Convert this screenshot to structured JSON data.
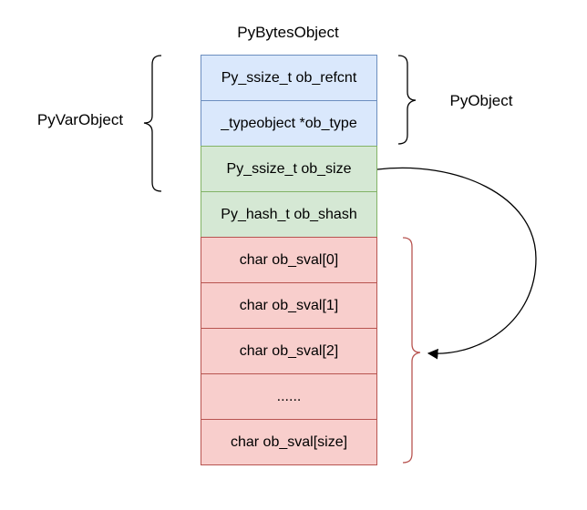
{
  "title": "PyBytesObject",
  "labels": {
    "left_brace": "PyVarObject",
    "right_brace": "PyObject"
  },
  "rows": [
    {
      "label": "Py_ssize_t ob_refcnt",
      "group": "pyobject"
    },
    {
      "label": "_typeobject *ob_type",
      "group": "pyobject"
    },
    {
      "label": "Py_ssize_t ob_size",
      "group": "varheader"
    },
    {
      "label": "Py_hash_t ob_shash",
      "group": "varheader"
    },
    {
      "label": "char ob_sval[0]",
      "group": "data"
    },
    {
      "label": "char ob_sval[1]",
      "group": "data"
    },
    {
      "label": "char ob_sval[2]",
      "group": "data"
    },
    {
      "label": "......",
      "group": "data"
    },
    {
      "label": "char ob_sval[size]",
      "group": "data"
    }
  ],
  "colors": {
    "blue_fill": "#dae8fc",
    "blue_border": "#6c8ebf",
    "green_fill": "#d5e8d4",
    "green_border": "#82b366",
    "red_fill": "#f8cecc",
    "red_border": "#b85450",
    "brace_black": "#000000",
    "brace_red": "#b85450",
    "arrow_stroke": "#000000"
  }
}
